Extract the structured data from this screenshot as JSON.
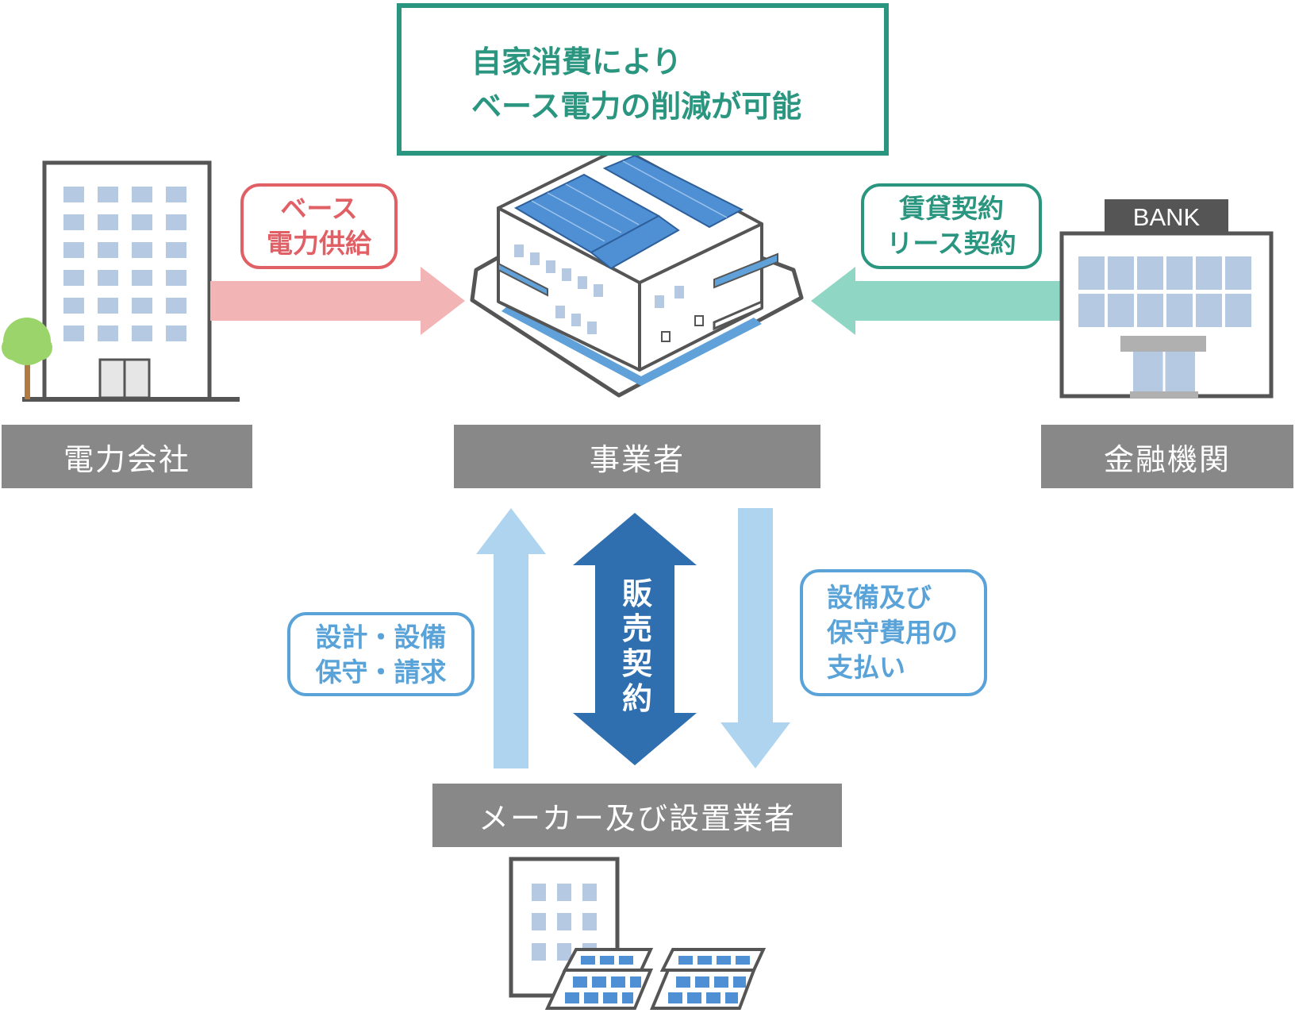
{
  "headline": {
    "line1": "自家消費により",
    "line2": "ベース電力の削減が可能"
  },
  "nodes": {
    "power_company": "電力会社",
    "business": "事業者",
    "finance": "金融機関",
    "maker": "メーカー及び設置業者"
  },
  "bank_sign": "BANK",
  "flows": {
    "power_supply": {
      "line1": "ベース",
      "line2": "電力供給",
      "color": "#e06066"
    },
    "lease": {
      "line1": "賃貸契約",
      "line2": "リース契約",
      "color": "#2a9680"
    },
    "sales_contract": {
      "text": "販売契約",
      "color": "#2f6fb0"
    },
    "design": {
      "line1": "設計・設備",
      "line2": "保守・請求",
      "color": "#5aa3d8"
    },
    "payment": {
      "line1": "設備及び",
      "line2": "保守費用の",
      "line3": "支払い",
      "color": "#5aa3d8"
    }
  },
  "colors": {
    "label_bg": "#888888",
    "pink_arrow": "#f2b4b4",
    "teal_arrow": "#8fd6c4",
    "light_blue_arrow": "#aed4ef",
    "dark_blue_arrow": "#2f6fb0"
  }
}
